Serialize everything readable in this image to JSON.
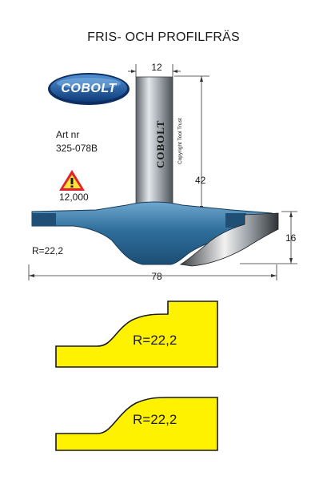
{
  "title": "FRIS- OCH PROFILFRÄS",
  "article": {
    "label": "Art nr",
    "number": "325-078B"
  },
  "warning": {
    "icon": "warning-triangle-icon",
    "value": "12,000"
  },
  "brand": {
    "logo_text": "COBOLT",
    "shank_text": "COBOLT",
    "copyright": "Copyright Tool Trust"
  },
  "dimensions": {
    "shank": "12",
    "height": "42",
    "cut_height": "16",
    "diameter": "78",
    "radius": "R=22,2"
  },
  "profiles": [
    {
      "label": "R=22,2"
    },
    {
      "label": "R=22,2"
    }
  ],
  "colors": {
    "tool_blue": "#2f6e9c",
    "shank_grey": "#8a9299",
    "profile_yellow": "#fff200",
    "warning_red": "#e0242a",
    "warning_yellow": "#ffe23a"
  }
}
